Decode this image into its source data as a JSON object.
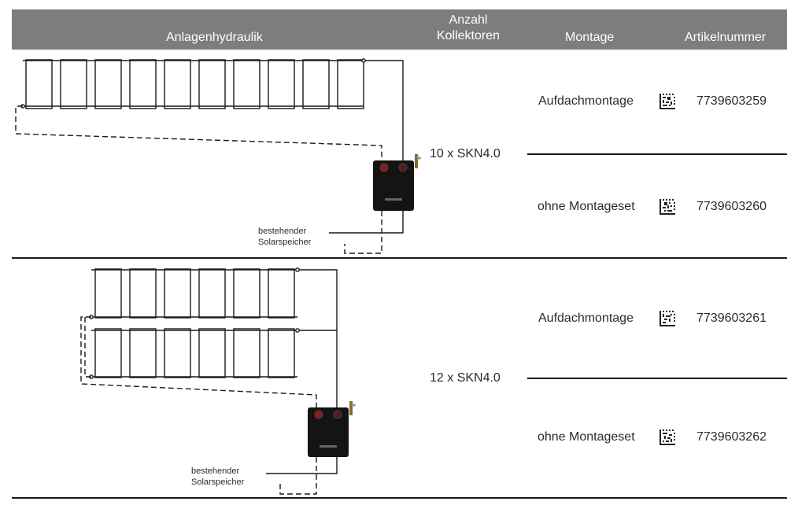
{
  "header": {
    "col1": "Anlagenhydraulik",
    "col2_line1": "Anzahl",
    "col2_line2": "Kollektoren",
    "col3": "Montage",
    "col4": "Artikelnummer"
  },
  "rows": [
    {
      "count_label": "10 x SKN4.0",
      "storage_label_1": "bestehender",
      "storage_label_2": "Solarspeicher",
      "options": [
        {
          "montage": "Aufdachmontage",
          "artikel": "7739603259",
          "code_icon": "datamatrix-icon"
        },
        {
          "montage": "ohne Montageset",
          "artikel": "7739603260",
          "code_icon": "datamatrix-icon"
        }
      ]
    },
    {
      "count_label": "12 x SKN4.0",
      "storage_label_1": "bestehender",
      "storage_label_2": "Solarspeicher",
      "options": [
        {
          "montage": "Aufdachmontage",
          "artikel": "7739603261",
          "code_icon": "datamatrix-icon"
        },
        {
          "montage": "ohne Montageset",
          "artikel": "7739603262",
          "code_icon": "datamatrix-icon"
        }
      ]
    }
  ],
  "colors": {
    "header_bg": "#7d7d7d",
    "line": "#1a1a1a",
    "station": "#141414",
    "valve_red": "#8b1a1a"
  }
}
